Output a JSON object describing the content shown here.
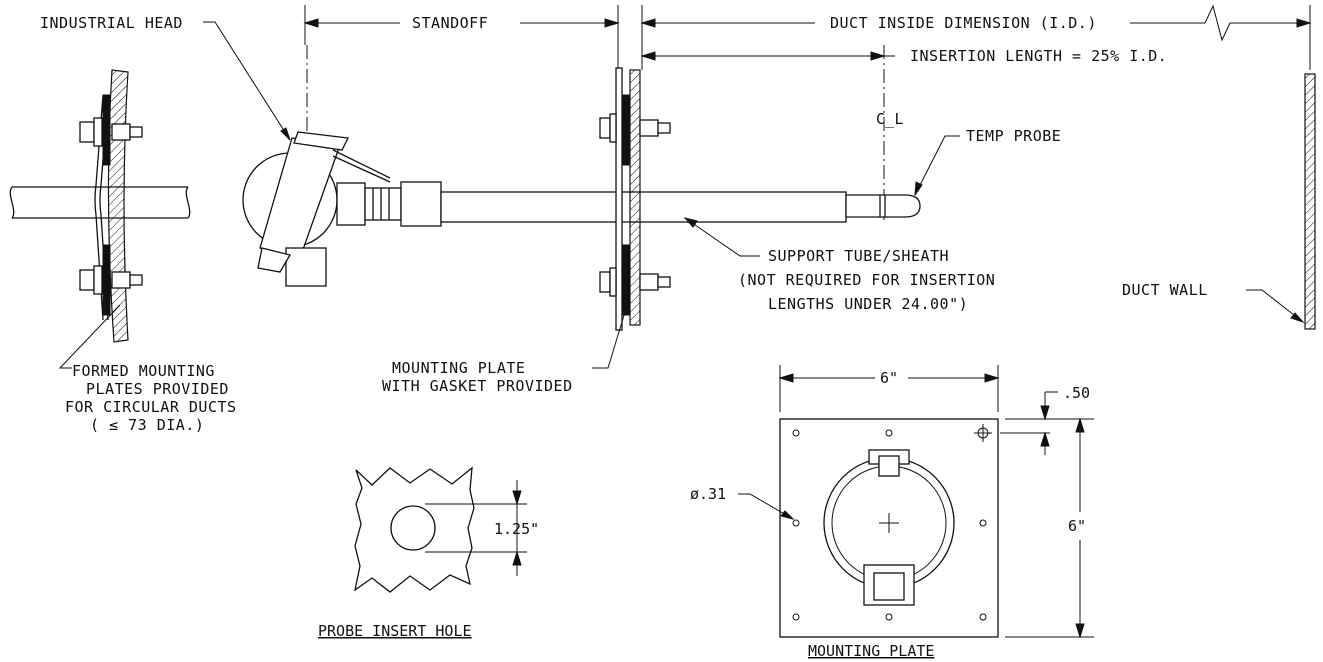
{
  "labels": {
    "industrial_head": "INDUSTRIAL HEAD",
    "standoff": "STANDOFF",
    "duct_inside_dimension": "DUCT INSIDE DIMENSION (I.D.)",
    "insertion_length": "INSERTION LENGTH = 25% I.D.",
    "centerline": "C̲L",
    "temp_probe": "TEMP PROBE",
    "support_tube": [
      "SUPPORT TUBE/SHEATH",
      "(NOT REQUIRED FOR INSERTION",
      "LENGTHS UNDER 24.00\")"
    ],
    "duct_wall": "DUCT WALL",
    "mounting_plate_gasket": [
      "MOUNTING PLATE",
      "WITH GASKET PROVIDED"
    ],
    "formed_plates": [
      "FORMED MOUNTING",
      "PLATES PROVIDED",
      "FOR CIRCULAR DUCTS",
      "( ≤ 73 DIA.)"
    ]
  },
  "hole_view": {
    "title": "PROBE INSERT HOLE",
    "diameter": "1.25\""
  },
  "plate_view": {
    "title": "MOUNTING PLATE",
    "width": "6\"",
    "height": "6\"",
    "offset": ".50",
    "hole_dia": "ø.31"
  }
}
